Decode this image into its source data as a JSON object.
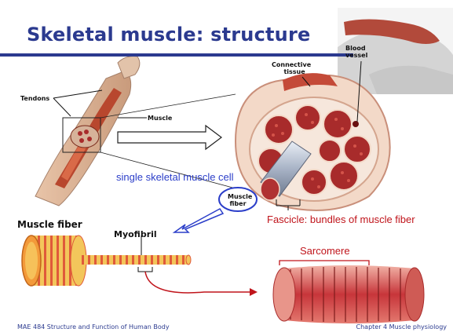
{
  "slide": {
    "title": "Skeletal muscle: structure",
    "labels": {
      "tendons": "Tendons",
      "muscle": "Muscle",
      "connective_tissue_1": "Connective",
      "connective_tissue_2": "tissue",
      "blood_vessel_1": "Blood",
      "blood_vessel_2": "vessel",
      "single_cell": "single skeletal muscle cell",
      "muscle_fiber_bubble_1": "Muscle",
      "muscle_fiber_bubble_2": "fiber",
      "fascicle": "Fascicle: bundles of muscle fiber",
      "muscle_fiber": "Muscle fiber",
      "myofibril": "Myofibril",
      "sarcomere": "Sarcomere"
    },
    "footer": {
      "left": "MAE 484 Structure and Function of Human Body",
      "right": "Chapter 4  Muscle physiology"
    }
  },
  "colors": {
    "title": "#2b3a8f",
    "accent_blue": "#2b3ec9",
    "accent_red": "#c0141b",
    "muscle": "#b8472e",
    "fat": "#f2b94a"
  }
}
